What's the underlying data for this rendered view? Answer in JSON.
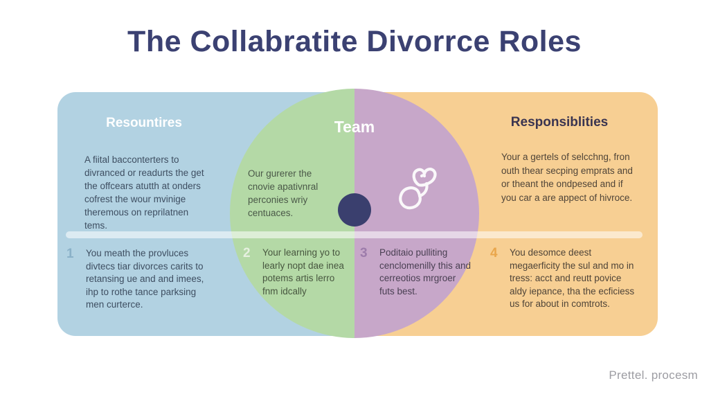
{
  "title": "The Collabratite Divorrce Roles",
  "panels": {
    "left": {
      "heading": "Resountires",
      "body": "A fiital bacconterters to divranced or readurts the get the offcears atutth at onders cofrest the wour mvinige theremous on reprilatnen tems."
    },
    "center": {
      "heading": "Team",
      "body": "Our gurerer the cnovie apativnral perconies wriy centuaces."
    },
    "right": {
      "heading": "Responsiblities",
      "body": "Your a gertels of selcchng, fron outh thear secping emprats and or theant the ondpesed and if you car a are appect of hivroce."
    }
  },
  "steps": [
    {
      "number": "1",
      "text": "You meath the provluces divtecs tiar divorces carits to retansing ue and and imees, ihp to rothe tance parksing men curterce."
    },
    {
      "number": "2",
      "text": "Your learning yo to learly nopt dae inea potems artis lerro fnm idcally"
    },
    {
      "number": "3",
      "text": "Poditaio pulliting cenclomenilly this and cerreotios mrgroer futs best."
    },
    {
      "number": "4",
      "text": "You desomce deest megaerficity the sul and mo in tress: acct and reutt povice aldy iepance, tha the ecficiess us for about in comtrots."
    }
  ],
  "footer": "Prettel. procesm",
  "icons": {
    "doodle": "person-heart-doodle-icon"
  },
  "colors": {
    "title": "#3b4172",
    "panel_blue": "#b2d2e2",
    "panel_orange": "#f7cf93",
    "circle_green": "#b4d9a6",
    "circle_purple": "#c7a7c9",
    "center_dot": "#3a3f6e",
    "heading_dark": "#3a3450",
    "step1_number": "#8ab1c8",
    "step2_number": "#e6f0e0",
    "step3_number": "#9d7cab",
    "step4_number": "#e9a64b",
    "footer_text": "#9c9ca2"
  }
}
